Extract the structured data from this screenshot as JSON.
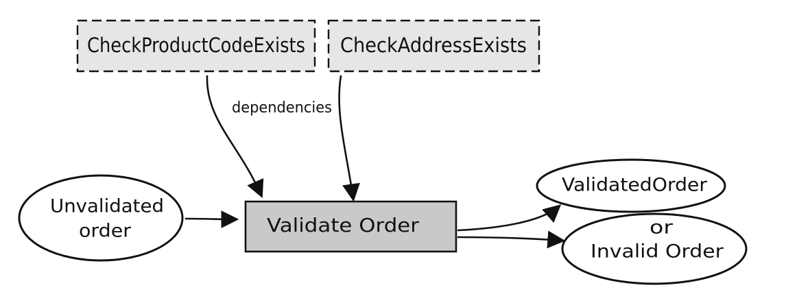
{
  "dependencies": {
    "check_product": "CheckProductCodeExists",
    "check_address": "CheckAddressExists",
    "edge_label": "dependencies"
  },
  "input": {
    "line1": "Unvalidated",
    "line2": "order"
  },
  "process": {
    "label": "Validate Order"
  },
  "outputs": {
    "valid": "ValidatedOrder",
    "or": "or",
    "invalid": "Invalid Order"
  },
  "colors": {
    "dependency_fill": "#e6e6e6",
    "process_fill": "#c9c9c9",
    "stroke": "#111111"
  }
}
